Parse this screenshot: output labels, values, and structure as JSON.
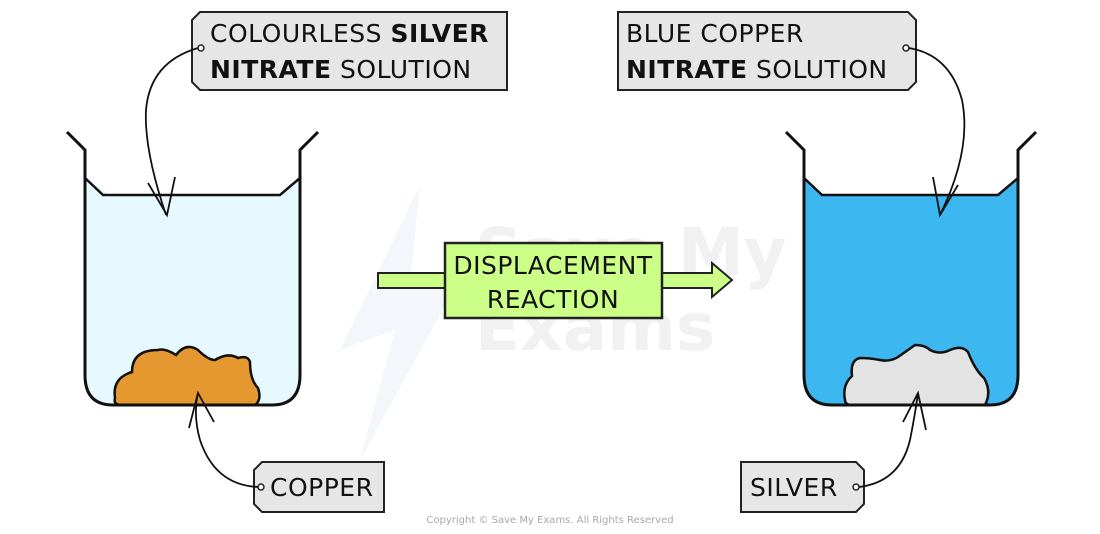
{
  "diagram": {
    "title": "Displacement reaction of copper with silver nitrate",
    "watermark": {
      "line1": "Save My",
      "line2": "Exams"
    },
    "reaction_box": {
      "line1": "DISPLACEMENT",
      "line2": "REACTION",
      "fill": "#ccff88"
    },
    "left_beaker": {
      "solution_color": "#e6f9ff",
      "solid_color": "#e69830",
      "solution_label": {
        "line1_normal": "COLOURLESS",
        "line1_bold": "SILVER",
        "line2_bold": "NITRATE",
        "line2_normal": "SOLUTION"
      },
      "solid_label": "COPPER"
    },
    "right_beaker": {
      "solution_color": "#3db7f0",
      "solid_color": "#e3e3e3",
      "solution_label": {
        "line1_normal": "BLUE COPPER",
        "line2_bold": "NITRATE",
        "line2_normal": "SOLUTION"
      },
      "solid_label": "SILVER"
    },
    "label_fill": "#e6e6e6"
  },
  "footer": {
    "copyright": "Copyright © Save My Exams. All Rights Reserved"
  }
}
